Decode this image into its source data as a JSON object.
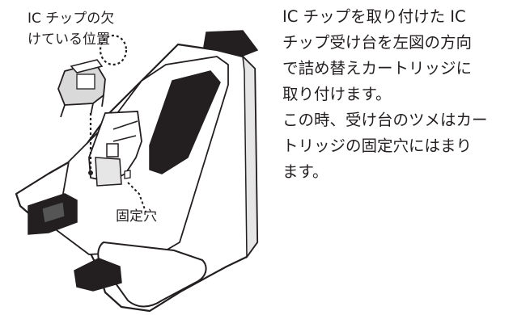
{
  "illustration": {
    "chip_label": "IC チップの欠\nけている位置",
    "hole_label": "固定穴",
    "colors": {
      "outline": "#231f20",
      "body_fill": "#ffffff",
      "shade_fill": "#e6e6e6",
      "dark_fill": "#231f20",
      "chip_fill": "#d9d9d9"
    }
  },
  "instruction": {
    "text": "IC チップを取り付けた IC\nチップ受け台を左図の方向\nで詰め替えカートリッジに\n取り付けます。\nこの時、受け台のツメはカー\nトリッジの固定穴にはまり\nます。"
  }
}
